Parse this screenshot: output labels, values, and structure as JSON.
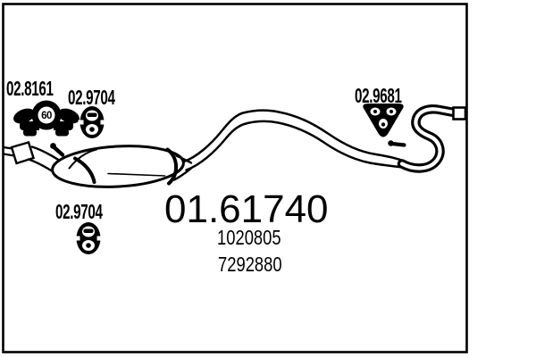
{
  "part": {
    "main_number": "01.61740",
    "reference_numbers": [
      "1020805",
      "7292880"
    ]
  },
  "components": [
    {
      "label": "02.8161",
      "icon": "pipe-clamp-icon",
      "clamp_diameter": "60"
    },
    {
      "label": "02.9704",
      "icon": "oval-rubber-mount-icon"
    },
    {
      "label": "02.9681",
      "icon": "triangle-rubber-mount-icon"
    },
    {
      "label": "02.9704",
      "icon": "oval-rubber-mount-icon"
    }
  ],
  "colors": {
    "background": "#ffffff",
    "line": "#000000",
    "frame": "#000000"
  }
}
